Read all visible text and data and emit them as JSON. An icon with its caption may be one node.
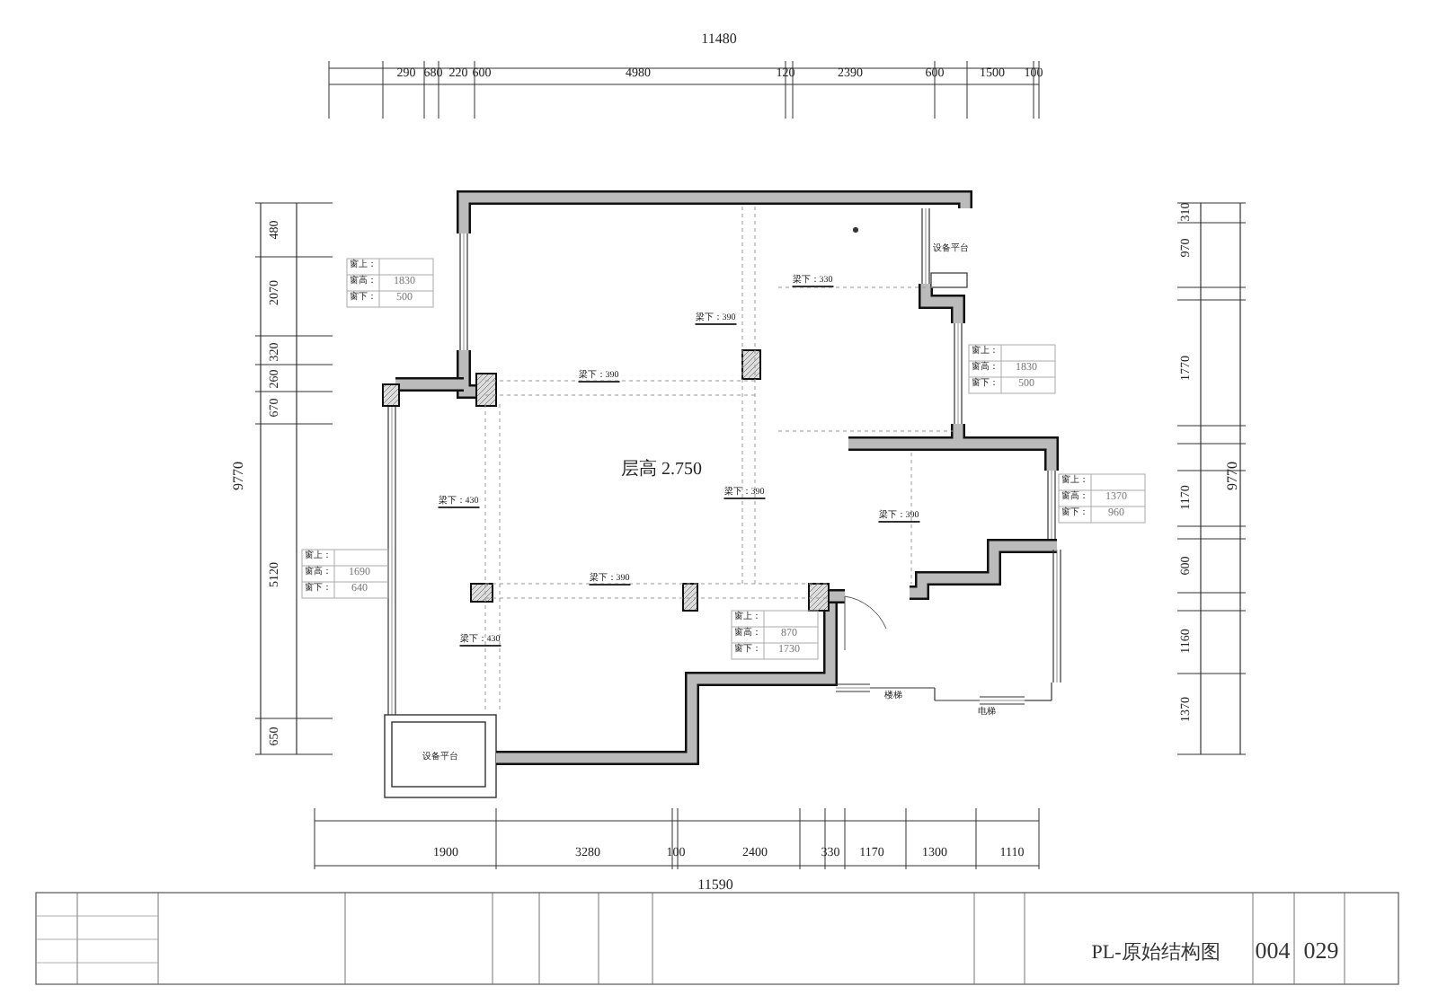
{
  "diagram": {
    "labels": [
      "11480",
      "290",
      "680",
      "220",
      "600",
      "4980",
      "120",
      "2390",
      "600",
      "1500",
      "100",
      "480",
      "2070",
      "320",
      "260",
      "670",
      "5120",
      "650",
      "9770",
      "310",
      "970",
      "1770",
      "1170",
      "600",
      "1160",
      "1370",
      "9770",
      "设备平台",
      "窗上：",
      "窗高：",
      "1830",
      "窗下：",
      "500",
      "梁下：330",
      "梁下：390",
      "窗上：",
      "窗高：",
      "1830",
      "窗下：",
      "500",
      "梁下：390",
      "梁下：430",
      "层高 2.750",
      "梁下：390",
      "梁下：390",
      "窗上：",
      "窗高：",
      "1370",
      "窗下：",
      "960",
      "窗上：",
      "窗高：",
      "1690",
      "窗下：",
      "640",
      "梁下：390",
      "窗上：",
      "窗高：",
      "870",
      "窗下：",
      "1730",
      "梁下：430",
      "楼梯",
      "电梯",
      "设备平台",
      "1900",
      "3280",
      "100",
      "2400",
      "330",
      "1170",
      "1300",
      "1110",
      "11590",
      "PL-原始结构图",
      "004",
      "029"
    ]
  }
}
